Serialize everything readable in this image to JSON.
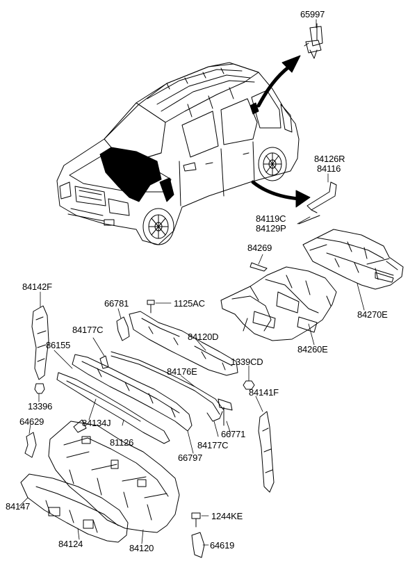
{
  "diagram": {
    "labels": [
      {
        "id": "l-65997",
        "text": "65997"
      },
      {
        "id": "l-84126r",
        "text": "84126R"
      },
      {
        "id": "l-84116",
        "text": "84116"
      },
      {
        "id": "l-84119c",
        "text": "84119C"
      },
      {
        "id": "l-84129p",
        "text": "84129P"
      },
      {
        "id": "l-84269",
        "text": "84269"
      },
      {
        "id": "l-84270e",
        "text": "84270E"
      },
      {
        "id": "l-84260e",
        "text": "84260E"
      },
      {
        "id": "l-84142f",
        "text": "84142F"
      },
      {
        "id": "l-66781",
        "text": "66781"
      },
      {
        "id": "l-1125ac",
        "text": "1125AC"
      },
      {
        "id": "l-84177c-a",
        "text": "84177C"
      },
      {
        "id": "l-84120d",
        "text": "84120D"
      },
      {
        "id": "l-86155",
        "text": "86155"
      },
      {
        "id": "l-1339cd",
        "text": "1339CD"
      },
      {
        "id": "l-84176e",
        "text": "84176E"
      },
      {
        "id": "l-84141f",
        "text": "84141F"
      },
      {
        "id": "l-13396",
        "text": "13396"
      },
      {
        "id": "l-64629",
        "text": "64629"
      },
      {
        "id": "l-84134j",
        "text": "84134J"
      },
      {
        "id": "l-81126",
        "text": "81126"
      },
      {
        "id": "l-66771",
        "text": "66771"
      },
      {
        "id": "l-84177c-b",
        "text": "84177C"
      },
      {
        "id": "l-66797",
        "text": "66797"
      },
      {
        "id": "l-84147",
        "text": "84147"
      },
      {
        "id": "l-1244ke",
        "text": "1244KE"
      },
      {
        "id": "l-84124",
        "text": "84124"
      },
      {
        "id": "l-84120",
        "text": "84120"
      },
      {
        "id": "l-64619",
        "text": "64619"
      }
    ]
  }
}
